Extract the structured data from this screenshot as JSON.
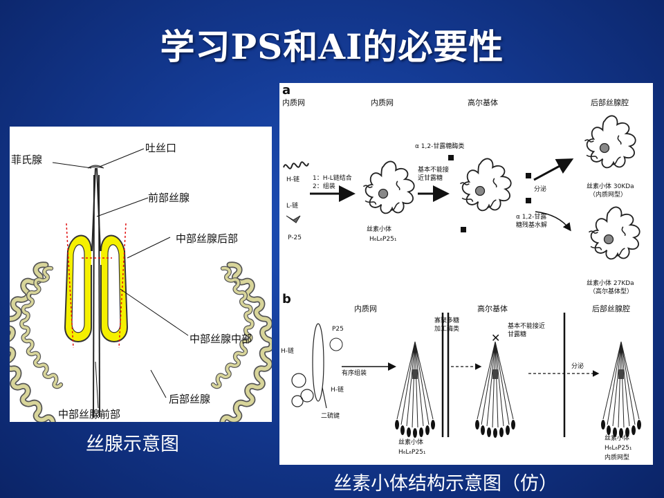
{
  "slide": {
    "title": "学习PS和AI的必要性"
  },
  "left_figure": {
    "labels": {
      "feishi_gland": "菲氏腺",
      "spinneret": "吐丝口",
      "anterior_gland": "前部丝腺",
      "middle_posterior": "中部丝腺后部",
      "middle_middle": "中部丝腺中部",
      "posterior_gland": "后部丝腺",
      "middle_anterior": "中部丝腺前部"
    },
    "caption": "丝腺示意图"
  },
  "right_figure": {
    "panel_a": {
      "letter": "a",
      "headers": [
        "内质网",
        "内质网",
        "高尔基体",
        "后部丝腺腔"
      ],
      "h_chain": "H-链",
      "l_chain": "L-链",
      "p25": "P-25",
      "step_lines": [
        "1：H-L链结合",
        "2：组装"
      ],
      "mannosidase": "α 1,2-甘露糖酶类",
      "no_access": [
        "基本不能接",
        "近甘露糖"
      ],
      "hydrolysis": [
        "α 1,2-甘露",
        "糖残基水解"
      ],
      "secretion": "分泌",
      "unit_name": "丝素小体",
      "unit_formula": "H₆L₆P25₁",
      "result_top": [
        "丝素小体 30KDa",
        "（内质网型）"
      ],
      "result_bottom": [
        "丝素小体 27KDa",
        "（高尔基体型）"
      ]
    },
    "panel_b": {
      "letter": "b",
      "headers": [
        "内质网",
        "高尔基体",
        "后部丝腺腔"
      ],
      "p25": "P25",
      "h_chain": "H-链",
      "h_chain2": "H-链",
      "ordered": "有序组装",
      "disulfide": "二硫键",
      "glycan_enzymes": [
        "寡聚多糖",
        "加工酶类"
      ],
      "no_access": [
        "基本不能接近",
        "甘露糖"
      ],
      "secretion": "分泌",
      "unit_left": [
        "丝素小体",
        "H₆L₆P25₁"
      ],
      "unit_right": [
        "丝素小体",
        "H₆L₆P25₁",
        "内质网型"
      ]
    },
    "caption": "丝素小体结构示意图（仿）"
  }
}
